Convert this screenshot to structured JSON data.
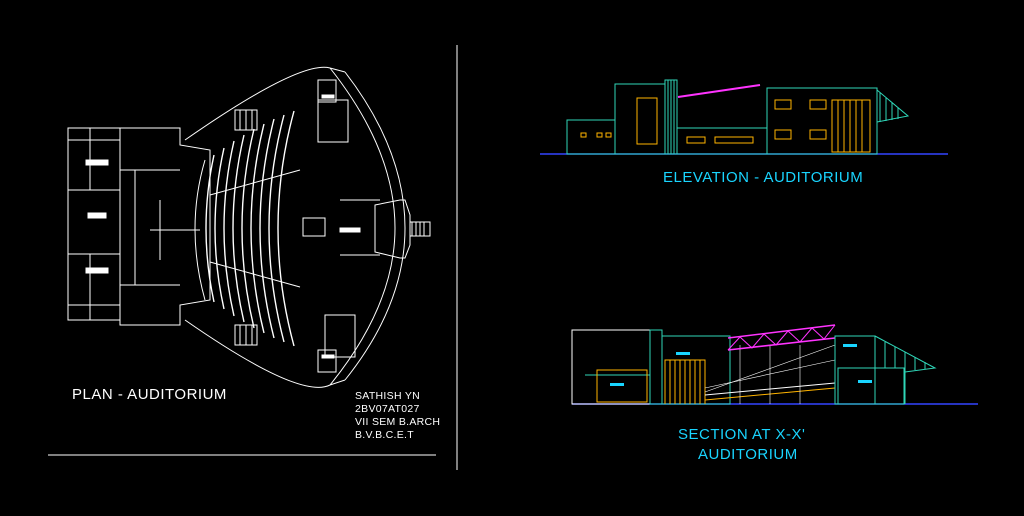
{
  "plan": {
    "title": "PLAN - AUDITORIUM"
  },
  "credits": {
    "lines": [
      "SATHISH YN",
      "2BV07AT027",
      "VII SEM B.ARCH",
      "B.V.B.C.E.T"
    ]
  },
  "elevation": {
    "title": "ELEVATION - AUDITORIUM"
  },
  "section": {
    "title_line1": "SECTION AT X-X'",
    "title_line2": "AUDITORIUM"
  },
  "colors": {
    "background": "#000000",
    "linework": "#ffffff",
    "label_cyan": "#19d5ff",
    "accent_magenta": "#ff33ff",
    "accent_yellow": "#ffb400",
    "accent_teal": "#2fd6b8",
    "ground_blue": "#3344ff"
  }
}
